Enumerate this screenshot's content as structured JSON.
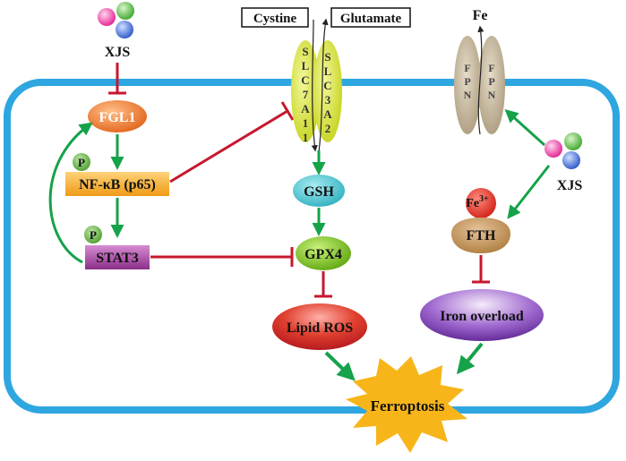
{
  "diagram": {
    "xjs_left": "XJS",
    "xjs_right": "XJS",
    "fgl1": "FGL1",
    "phospho_1": "P",
    "phospho_2": "P",
    "nfkb": "NF-κB (p65)",
    "stat3": "STAT3",
    "cystine": "Cystine",
    "glutamate": "Glutamate",
    "slc7a11": "SLC7A11",
    "slc3a2": "SLC3A2",
    "gsh": "GSH",
    "gpx4": "GPX4",
    "lipid_ros": "Lipid ROS",
    "ferroptosis": "Ferroptosis",
    "fe": "Fe",
    "fpn": "FPN",
    "fe3_base": "Fe",
    "fe3_sup": "3+",
    "fth": "FTH",
    "iron_overload": "Iron overload"
  },
  "colors": {
    "membrane": "#2ea6e0",
    "activation_arrow": "#15a24a",
    "inhibition_line": "#c8172e",
    "fgl1": "#ee7a2e",
    "nfkb": "#f5a623",
    "stat3": "#a03f9c",
    "slc": "#d6e23a",
    "gsh": "#4fc3d0",
    "gpx4": "#7cc11f",
    "lipid_ros": "#d9252c",
    "iron_overload": "#7d3fb0",
    "fpn": "#c8b79a",
    "fth": "#c79a62",
    "fe3": "#e1322a",
    "ferroptosis": "#f7b51a",
    "phospho": "#64b846"
  },
  "icons": [
    "xjs-compound-icon-left",
    "xjs-compound-icon-right"
  ]
}
